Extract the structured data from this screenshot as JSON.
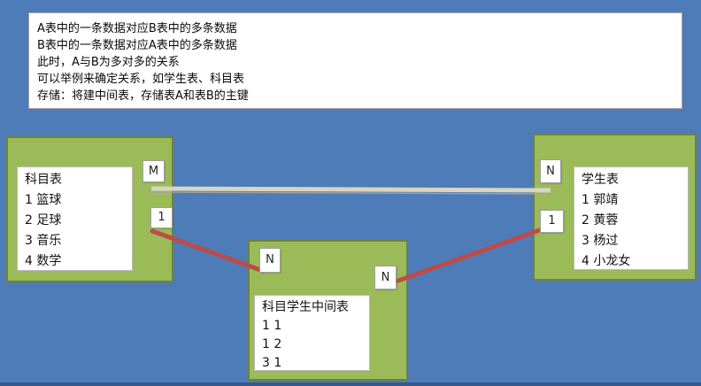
{
  "notes": {
    "lines": [
      "A表中的一条数据对应B表中的多条数据",
      "B表中的一条数据对应A表中的多条数据",
      "此时，A与B为多对多的关系",
      "可以举例来确定关系，如学生表、科目表",
      "存储：将建中间表，存储表A和表B的主键"
    ]
  },
  "tables": {
    "subject": {
      "title": "科目表",
      "rows": [
        "1 篮球",
        "2 足球",
        "3 音乐",
        "4 数学"
      ]
    },
    "student": {
      "title": "学生表",
      "rows": [
        "1 郭靖",
        "2 黄蓉",
        "3 杨过",
        "4 小龙女"
      ]
    },
    "junction": {
      "title": "科目学生中间表",
      "rows": [
        "1 1",
        "1 2",
        "3 1"
      ]
    }
  },
  "cardinality": {
    "subject_m": "M",
    "subject_one": "1",
    "student_n": "N",
    "student_one": "1",
    "junction_left_n": "N",
    "junction_right_n": "N"
  },
  "colors": {
    "background": "#4D7CB9",
    "panel_fill": "#9BBB59",
    "panel_border": "#6F823B",
    "mn_line": "#D8D5C2",
    "one_n_line": "#BE4B48",
    "note_border": "#A6A6A6",
    "bottom_edge": "#35598C"
  }
}
